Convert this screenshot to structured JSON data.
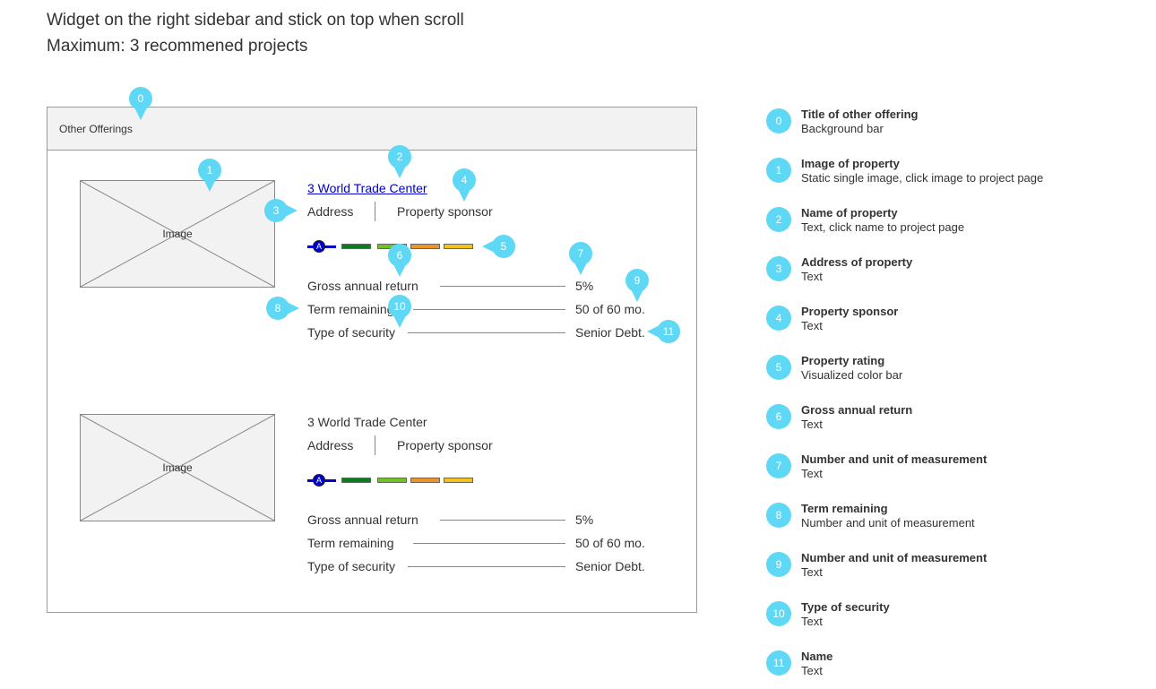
{
  "notes": {
    "line1": "Widget on the right sidebar and stick on top when scroll",
    "line2": "Maximum: 3 recommened projects"
  },
  "widget": {
    "title": "Other Offerings",
    "projects": [
      {
        "image_label": "Image",
        "name": "3 World Trade Center",
        "address": "Address",
        "sponsor": "Property sponsor",
        "rating_letter": "A",
        "rows": [
          {
            "label": "Gross annual return",
            "value": "5%"
          },
          {
            "label": "Term remaining",
            "value": "50 of 60 mo."
          },
          {
            "label": "Type of security",
            "value": "Senior Debt."
          }
        ]
      },
      {
        "image_label": "Image",
        "name": "3 World Trade Center",
        "address": "Address",
        "sponsor": "Property sponsor",
        "rating_letter": "A",
        "rows": [
          {
            "label": "Gross annual return",
            "value": "5%"
          },
          {
            "label": "Term remaining",
            "value": "50 of 60 mo."
          },
          {
            "label": "Type of security",
            "value": "Senior Debt."
          }
        ]
      }
    ],
    "rating_colors": [
      "#0000cc",
      "#0a7d1c",
      "#70c02a",
      "#f0922a",
      "#f2c21e"
    ]
  },
  "markers": [
    "0",
    "1",
    "2",
    "3",
    "4",
    "5",
    "6",
    "7",
    "8",
    "9",
    "10",
    "11"
  ],
  "marker_color": "#5fd8f5",
  "legend": [
    {
      "num": "0",
      "title": "Title of other offering",
      "desc": "Background bar"
    },
    {
      "num": "1",
      "title": "Image of property",
      "desc": "Static single image, click image to project page"
    },
    {
      "num": "2",
      "title": "Name of property",
      "desc": "Text, click name to project page"
    },
    {
      "num": "3",
      "title": "Address of property",
      "desc": "Text"
    },
    {
      "num": "4",
      "title": "Property sponsor",
      "desc": "Text"
    },
    {
      "num": "5",
      "title": "Property rating",
      "desc": "Visualized color bar"
    },
    {
      "num": "6",
      "title": "Gross annual return",
      "desc": "Text"
    },
    {
      "num": "7",
      "title": "Number and unit of measurement",
      "desc": "Text"
    },
    {
      "num": "8",
      "title": "Term remaining",
      "desc": "Number and unit of measurement"
    },
    {
      "num": "9",
      "title": "Number and unit of measurement",
      "desc": "Text"
    },
    {
      "num": "10",
      "title": "Type of security",
      "desc": "Text"
    },
    {
      "num": "11",
      "title": "Name",
      "desc": "Text"
    }
  ]
}
